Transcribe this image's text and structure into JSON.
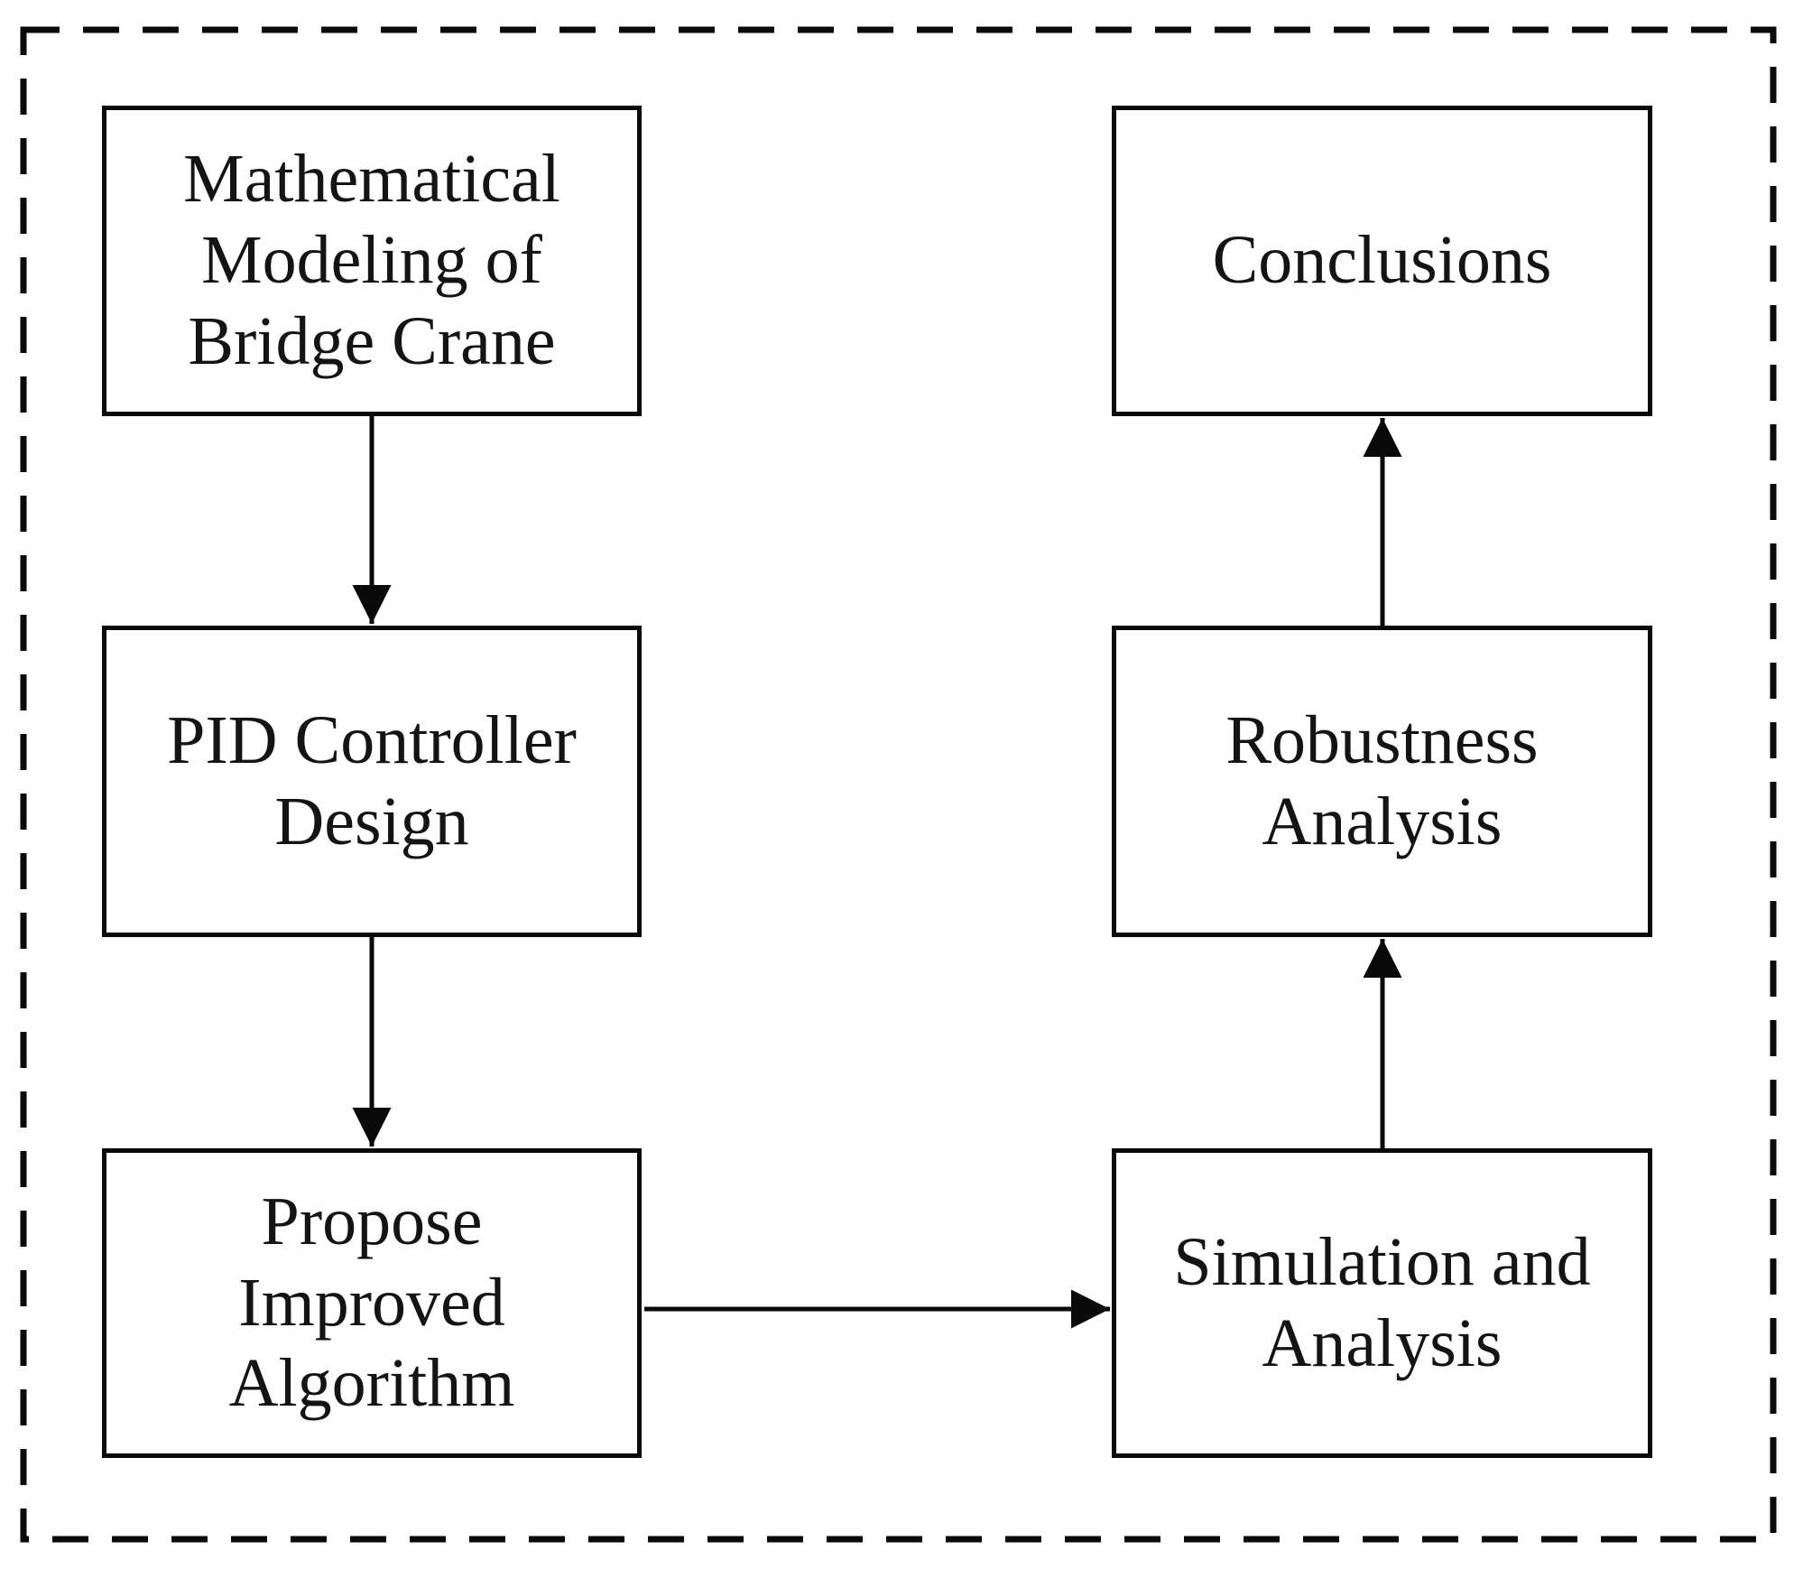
{
  "figure": {
    "type": "flowchart",
    "background_color": "#ffffff",
    "line_color": "#0a0a0a",
    "text_color": "#141414",
    "nodes": {
      "math_modeling": {
        "label": [
          "Mathematical",
          "Modeling of",
          "Bridge Crane"
        ]
      },
      "pid_design": {
        "label": [
          "PID Controller",
          "Design"
        ]
      },
      "propose_algorithm": {
        "label": [
          "Propose",
          "Improved",
          "Algorithm"
        ]
      },
      "conclusions": {
        "label": [
          "Conclusions"
        ]
      },
      "robustness_analysis": {
        "label": [
          "Robustness",
          "Analysis"
        ]
      },
      "simulation_analysis": {
        "label": [
          "Simulation and",
          "Analysis"
        ]
      }
    },
    "edges": [
      {
        "from": "math_modeling",
        "to": "pid_design",
        "direction": "down"
      },
      {
        "from": "pid_design",
        "to": "propose_algorithm",
        "direction": "down"
      },
      {
        "from": "propose_algorithm",
        "to": "simulation_analysis",
        "direction": "right"
      },
      {
        "from": "simulation_analysis",
        "to": "robustness_analysis",
        "direction": "up"
      },
      {
        "from": "robustness_analysis",
        "to": "conclusions",
        "direction": "up"
      }
    ]
  }
}
